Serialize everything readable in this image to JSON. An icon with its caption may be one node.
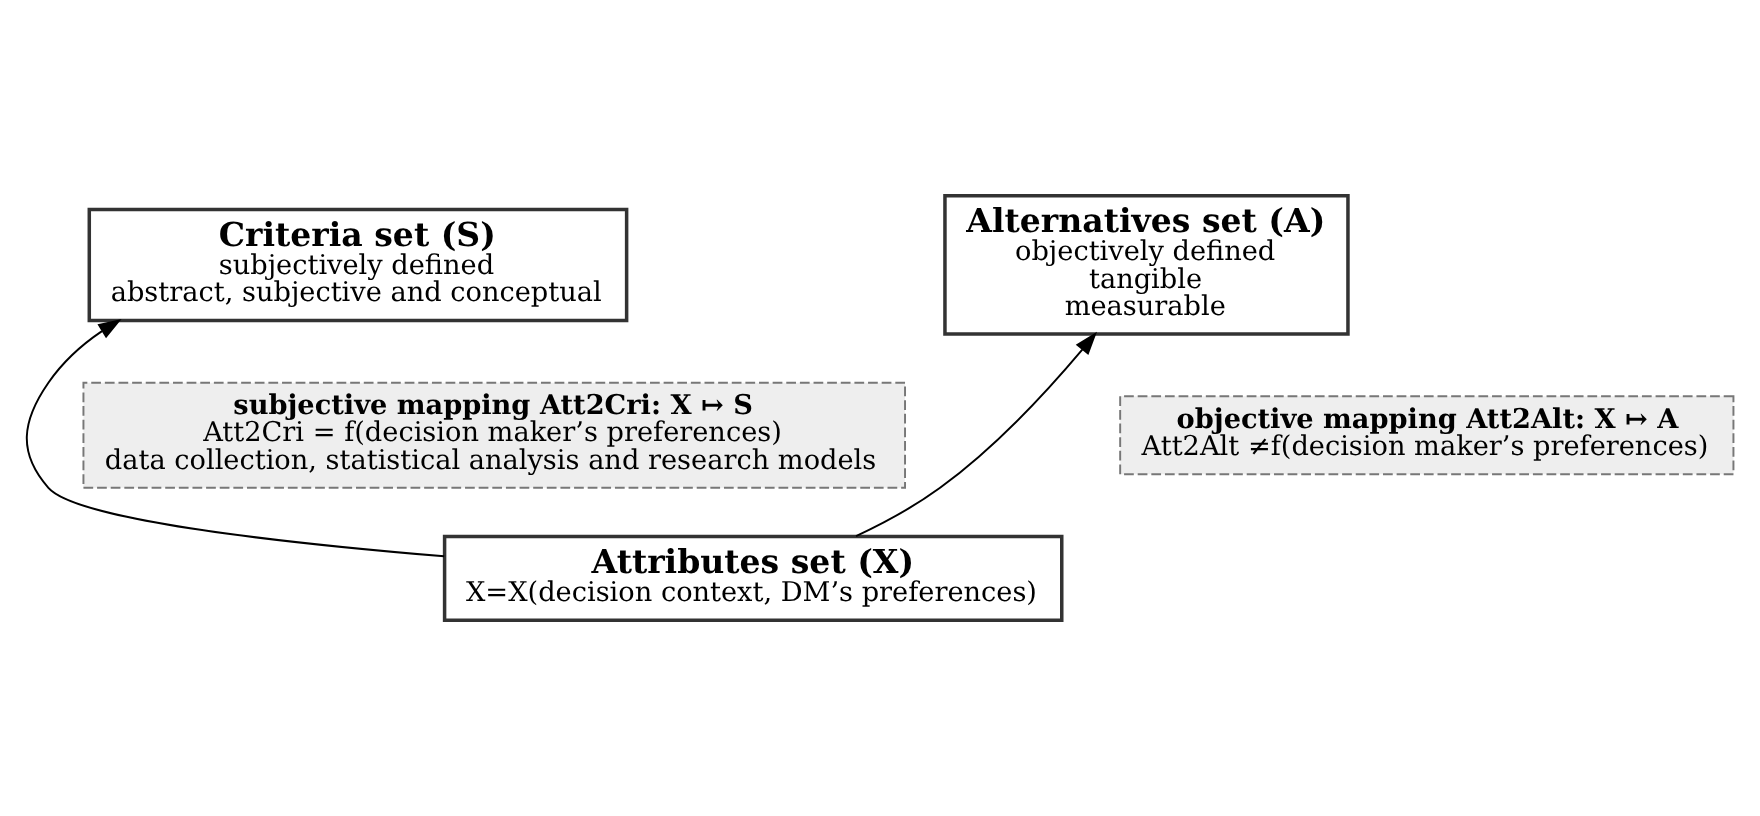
{
  "diagram": {
    "nodes": [
      {
        "text": [
          "Criteria set (S)",
          "subjectively defined",
          "abstract, subjective and conceptual"
        ]
      },
      {
        "text": [
          "Alternatives set (A)",
          "objectively defined",
          "tangible",
          "measurable"
        ]
      },
      {
        "text": [
          "subjective mapping Att2Cri: X ↦ S",
          "Att2Cri = f(decision maker’s preferences)",
          "data collection, statistical analysis and research models"
        ]
      },
      {
        "text": [
          "objective mapping Att2Alt: X ↦ A",
          "Att2Alt ≠f(decision maker’s preferences)"
        ]
      },
      {
        "text": [
          "Attributes set (X)",
          "X=X(decision context, DM’s preferences)"
        ]
      }
    ],
    "edges": [
      {
        "from": 4,
        "to": 0,
        "arrow": "to"
      },
      {
        "from": 4,
        "to": 1,
        "arrow": "to"
      }
    ]
  }
}
